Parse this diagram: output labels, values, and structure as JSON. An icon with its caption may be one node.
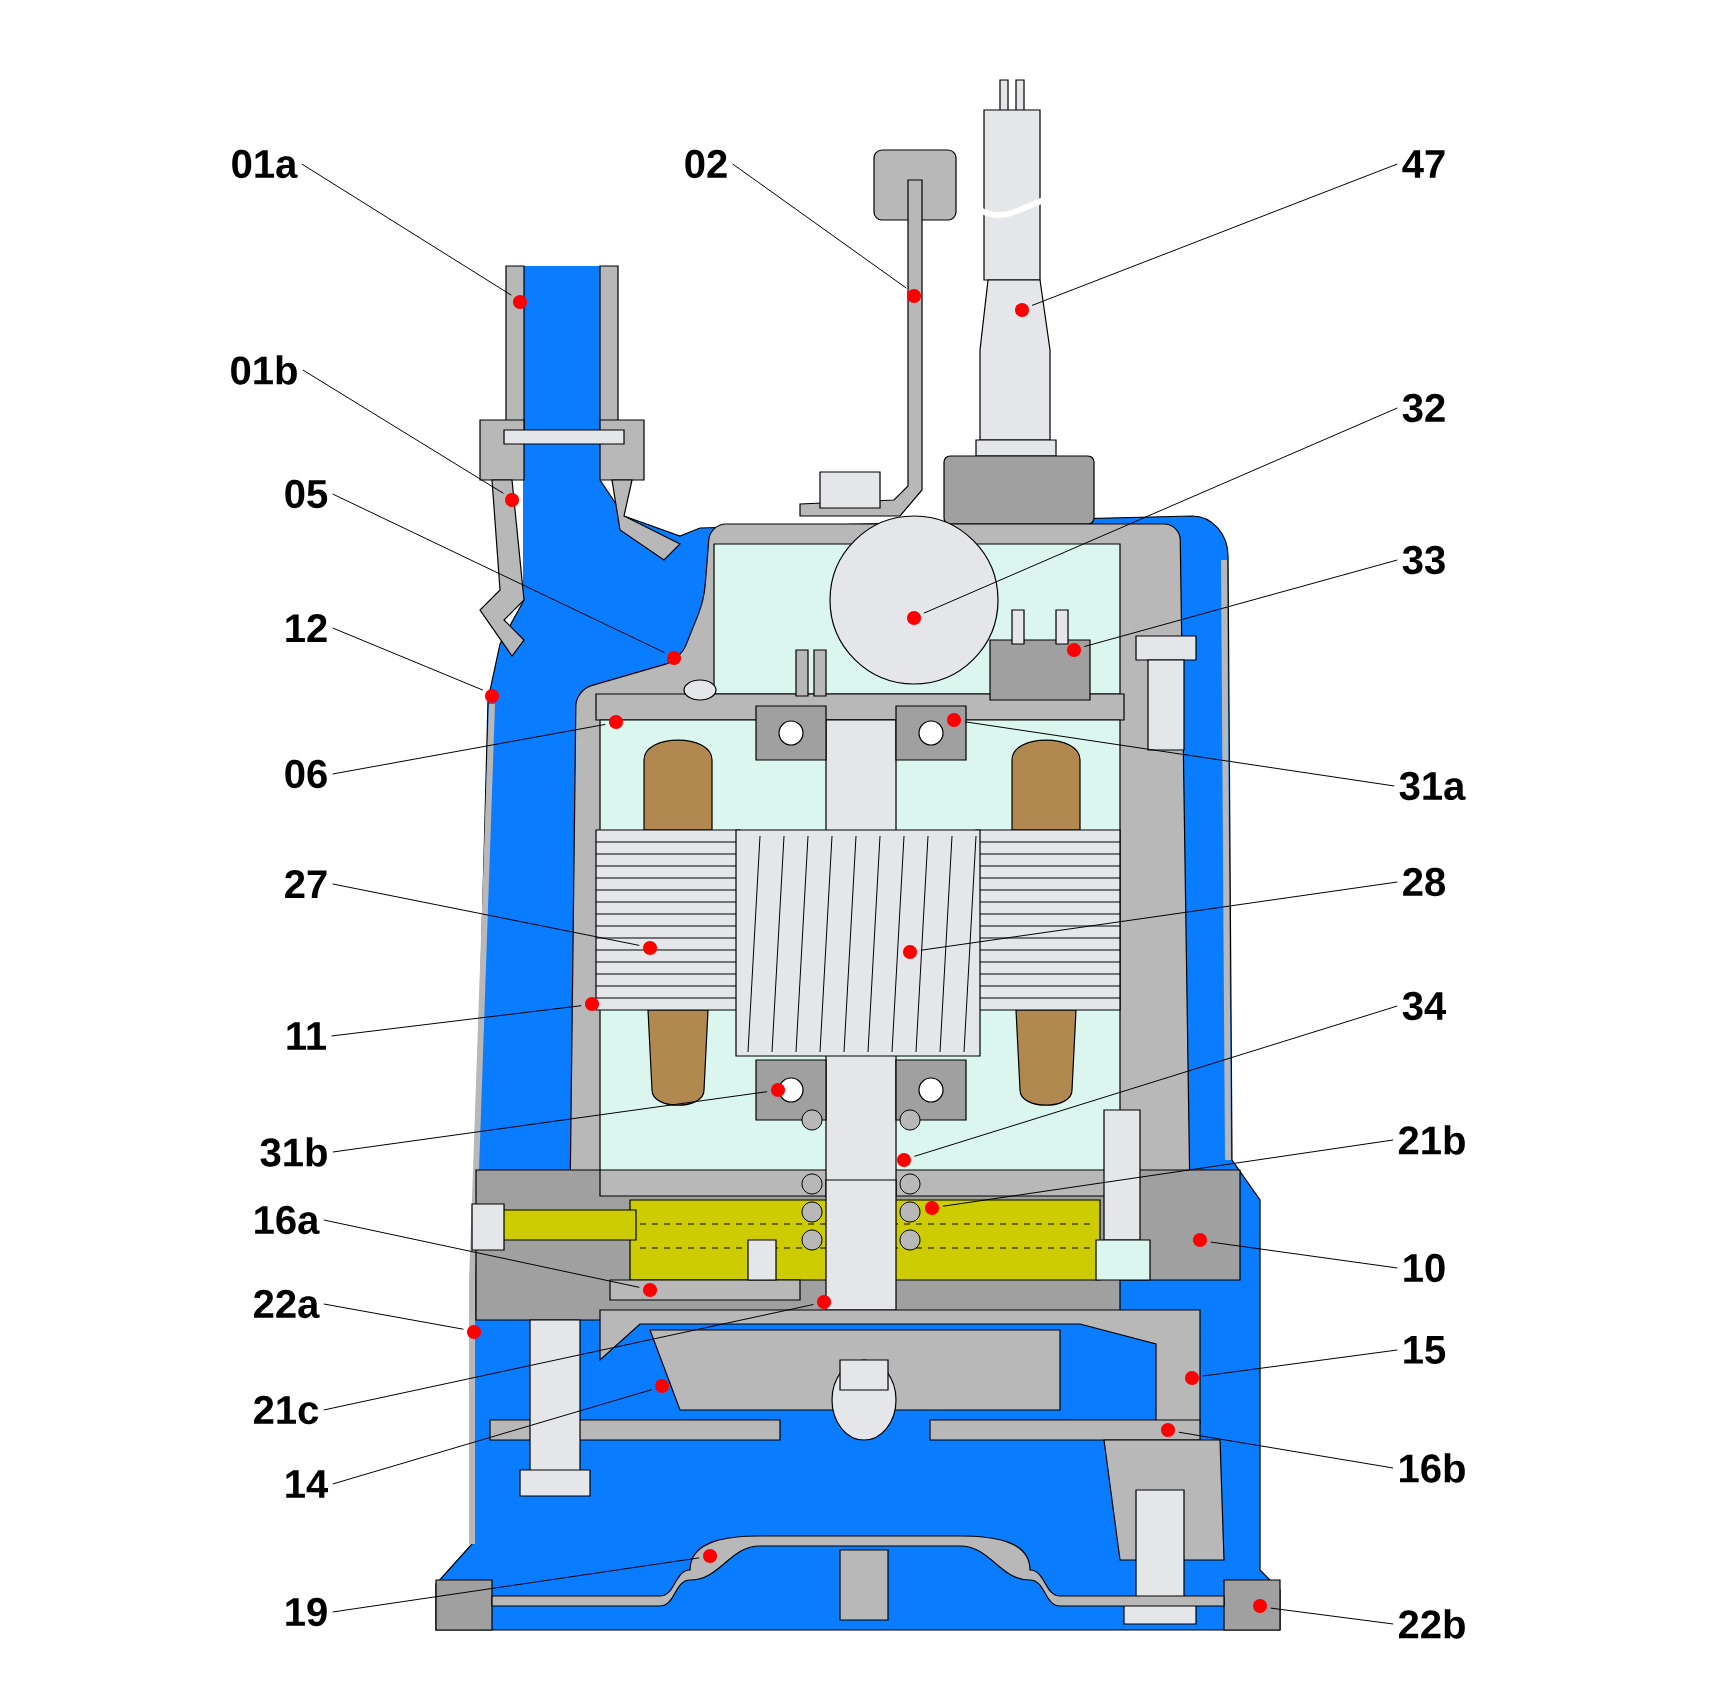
{
  "diagram": {
    "nodes": [
      {
        "text": [
          "01a"
        ]
      },
      {
        "text": [
          "02"
        ]
      },
      {
        "text": [
          "47"
        ]
      },
      {
        "text": [
          "01b"
        ]
      },
      {
        "text": [
          "32"
        ]
      },
      {
        "text": [
          "05"
        ]
      },
      {
        "text": [
          "33"
        ]
      },
      {
        "text": [
          "12"
        ]
      },
      {
        "text": [
          "06"
        ]
      },
      {
        "text": [
          "31a"
        ]
      },
      {
        "text": [
          "27"
        ]
      },
      {
        "text": [
          "28"
        ]
      },
      {
        "text": [
          "11"
        ]
      },
      {
        "text": [
          "34"
        ]
      },
      {
        "text": [
          "31b"
        ]
      },
      {
        "text": [
          "21b"
        ]
      },
      {
        "text": [
          "16a"
        ]
      },
      {
        "text": [
          "10"
        ]
      },
      {
        "text": [
          "22a"
        ]
      },
      {
        "text": [
          "15"
        ]
      },
      {
        "text": [
          "21c"
        ]
      },
      {
        "text": [
          "14"
        ]
      },
      {
        "text": [
          "16b"
        ]
      },
      {
        "text": [
          "19"
        ]
      },
      {
        "text": [
          "22b"
        ]
      }
    ],
    "edges": [
      {
        "from": 0,
        "to": null,
        "arrow": "none"
      },
      {
        "from": 1,
        "to": null,
        "arrow": "none"
      },
      {
        "from": 2,
        "to": null,
        "arrow": "none"
      },
      {
        "from": 3,
        "to": null,
        "arrow": "none"
      },
      {
        "from": 4,
        "to": null,
        "arrow": "none"
      },
      {
        "from": 5,
        "to": null,
        "arrow": "none"
      },
      {
        "from": 6,
        "to": null,
        "arrow": "none"
      },
      {
        "from": 7,
        "to": null,
        "arrow": "none"
      },
      {
        "from": 8,
        "to": null,
        "arrow": "none"
      },
      {
        "from": 9,
        "to": null,
        "arrow": "none"
      },
      {
        "from": 10,
        "to": null,
        "arrow": "none"
      },
      {
        "from": 11,
        "to": null,
        "arrow": "none"
      },
      {
        "from": 12,
        "to": null,
        "arrow": "none"
      },
      {
        "from": 13,
        "to": null,
        "arrow": "none"
      },
      {
        "from": 14,
        "to": null,
        "arrow": "none"
      },
      {
        "from": 15,
        "to": null,
        "arrow": "none"
      },
      {
        "from": 16,
        "to": null,
        "arrow": "none"
      },
      {
        "from": 17,
        "to": null,
        "arrow": "none"
      },
      {
        "from": 18,
        "to": null,
        "arrow": "none"
      },
      {
        "from": 19,
        "to": null,
        "arrow": "none"
      },
      {
        "from": 20,
        "to": null,
        "arrow": "none"
      },
      {
        "from": 21,
        "to": null,
        "arrow": "none"
      },
      {
        "from": 22,
        "to": null,
        "arrow": "none"
      },
      {
        "from": 23,
        "to": null,
        "arrow": "none"
      },
      {
        "from": 24,
        "to": null,
        "arrow": "none"
      }
    ]
  }
}
